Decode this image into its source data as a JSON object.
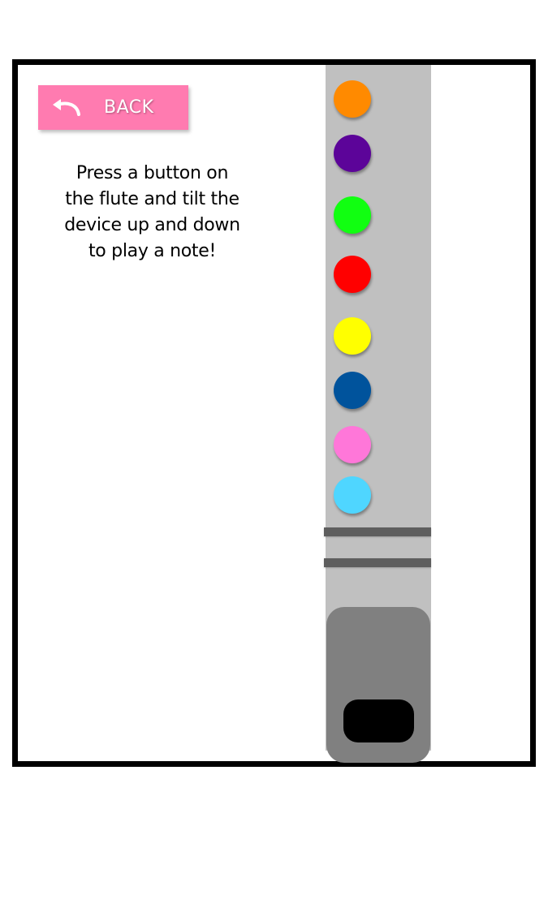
{
  "back_button": {
    "label": "BACK",
    "icon": "undo-arrow-icon",
    "color": "#ff7bb0"
  },
  "instructions": {
    "lines": [
      "Press a button on",
      "the flute and tilt the",
      "device up and down",
      "to play a note!"
    ]
  },
  "flute": {
    "body_color": "#c0c0c0",
    "band_color": "#5e5e5e",
    "mouthpiece_color": "#808080",
    "embouchure_color": "#000000",
    "keys": [
      {
        "name": "orange",
        "color": "#ff8a00"
      },
      {
        "name": "purple",
        "color": "#5c0499"
      },
      {
        "name": "green",
        "color": "#11ff11"
      },
      {
        "name": "red",
        "color": "#ff0000"
      },
      {
        "name": "yellow",
        "color": "#ffff00"
      },
      {
        "name": "blue",
        "color": "#00539c"
      },
      {
        "name": "pink",
        "color": "#ff77d9"
      },
      {
        "name": "light-blue",
        "color": "#4fd6ff"
      }
    ]
  }
}
